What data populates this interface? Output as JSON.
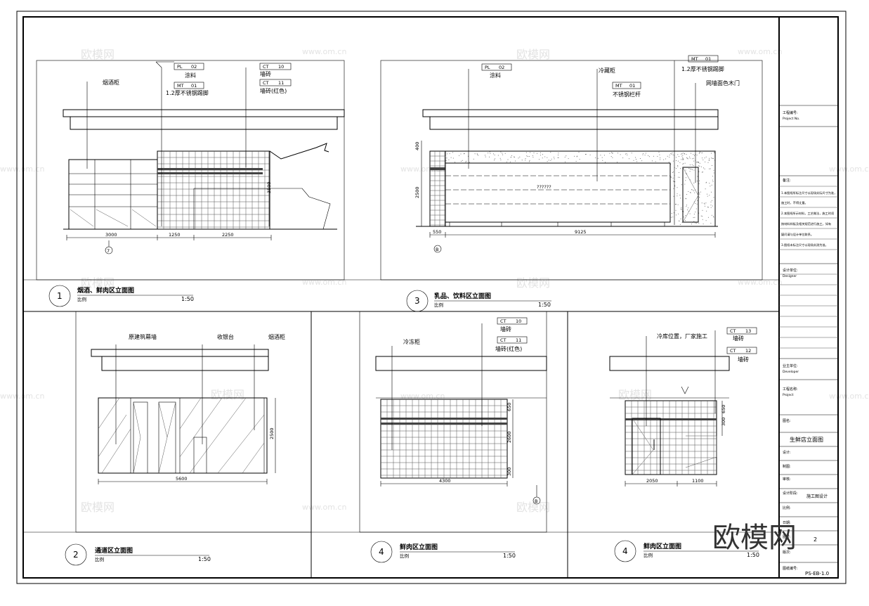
{
  "watermark": {
    "brand": "欧模网",
    "url": "www.om.cn",
    "corner_logo": "欧模网"
  },
  "views": [
    {
      "number": "1",
      "title": "烟酒、鲜肉区立面图",
      "scale_label": "比例",
      "scale": "1:50",
      "callouts": [
        "烟酒柜",
        "涂料",
        "1.2厚不锈钢踢脚",
        "墙砖",
        "墙砖(红色)"
      ],
      "tags": [
        [
          "PL",
          "02"
        ],
        [
          "MT",
          "01"
        ],
        [
          "CT",
          "10"
        ],
        [
          "CT",
          "11"
        ]
      ],
      "dims": [
        "3000",
        "1250",
        "2250",
        "3500"
      ],
      "grid": "7"
    },
    {
      "number": "3",
      "title": "乳品、饮料区立面图",
      "scale_label": "比例",
      "scale": "1:50",
      "callouts": [
        "涂料",
        "冷藏柜",
        "不锈钢栏杆",
        "1.2厚不锈钢踢脚",
        "网墙面色木门"
      ],
      "tags": [
        [
          "PL",
          "02"
        ],
        [
          "MT",
          "01"
        ],
        [
          "MT",
          "01"
        ]
      ],
      "dims": [
        "400",
        "2500",
        "550",
        "9125"
      ],
      "cabinet_text": "??????",
      "grid": "B"
    },
    {
      "number": "2",
      "title": "通道区立面图",
      "scale_label": "比例",
      "scale": "1:50",
      "callouts": [
        "原建筑幕墙",
        "收银台",
        "烟酒柜"
      ],
      "dims": [
        "5600",
        "2500"
      ]
    },
    {
      "number": "4",
      "title": "鲜肉区立面图",
      "scale_label": "比例",
      "scale": "1:50",
      "callouts": [
        "冷冻柜",
        "墙砖",
        "墙砖(红色)"
      ],
      "tags": [
        [
          "CT",
          "10"
        ],
        [
          "CT",
          "11"
        ]
      ],
      "dims": [
        "4300",
        "2600",
        "650",
        "300"
      ],
      "grid": "B"
    },
    {
      "number": "4",
      "title": "鲜肉区立面图",
      "scale_label": "比例",
      "scale": "1:50",
      "callouts": [
        "冷库位置，厂家施工",
        "墙砖",
        "墙砖"
      ],
      "tags": [
        [
          "CT",
          "13"
        ],
        [
          "CT",
          "12"
        ]
      ],
      "dims": [
        "2050",
        "1100",
        "650",
        "300"
      ]
    }
  ],
  "title_block": {
    "project_no_label": "工程编号:",
    "project_no_en": "Project No.",
    "remarks_label": "备注:",
    "remarks": [
      "1.本图纸所标注尺寸以现场实际尺寸为准，",
      "施工时，不得丈量。",
      "2.本图纸所示材料，工艺做法，施工时须",
      "按材料样板及相关规范进行施工，如有",
      "疑问请与设计单位联系。",
      "3.图纸未标注尺寸以现场实测为准。"
    ],
    "designer_label": "设计单位:",
    "designer_en": "Designer",
    "client_label": "业主单位:",
    "client_en": "Developer",
    "project_label": "工程名称:",
    "project_en": "Project",
    "drawing_label": "图名:",
    "drawing_name": "生鲜店立面图",
    "rows": [
      "设计:",
      "制图:",
      "审核:"
    ],
    "design_stage_label": "设计阶段:",
    "design_stage": "施工图设计",
    "scale_label": "比例:",
    "date_label": "日期:",
    "sheet_label": "图号:",
    "sheet_value": "2",
    "version_label": "版次:",
    "drawing_no_label": "图纸编号:",
    "drawing_no": "PS-EB-1.0"
  }
}
